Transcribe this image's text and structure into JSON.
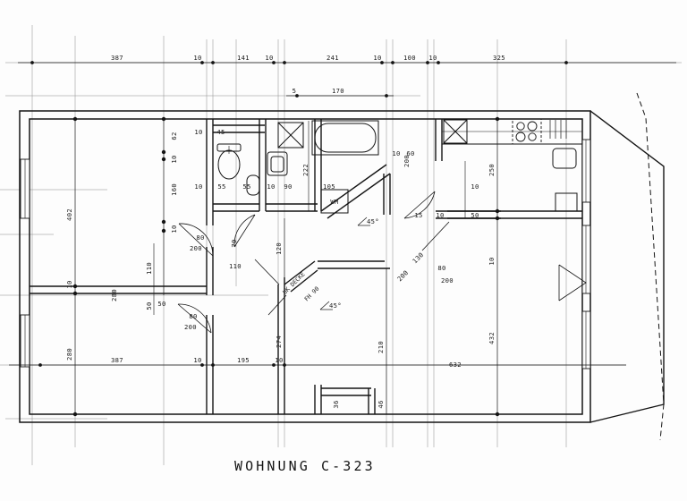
{
  "drawing": {
    "title": "WOHNUNG C-323",
    "kind": "architectural-floor-plan",
    "units": "cm",
    "line_color": "#141414",
    "paper_color": "#fdfdfd",
    "grid_color": "#7a7a7a"
  },
  "dimensions": {
    "top_chain": [
      {
        "value": "387"
      },
      {
        "value": "10"
      },
      {
        "value": "141"
      },
      {
        "value": "10"
      },
      {
        "value": "241"
      },
      {
        "value": "10"
      },
      {
        "value": "100"
      },
      {
        "value": "10"
      },
      {
        "value": "325"
      }
    ],
    "top_secondary": [
      {
        "value": "5"
      },
      {
        "value": "170"
      }
    ],
    "bottom_chain": [
      {
        "value": "280"
      },
      {
        "value": "387"
      },
      {
        "value": "10"
      },
      {
        "value": "195"
      },
      {
        "value": "10"
      }
    ],
    "left_vertical": [
      {
        "value": "402"
      },
      {
        "value": "10"
      },
      {
        "value": "280"
      }
    ],
    "right_vertical": [
      {
        "value": "250"
      },
      {
        "value": "10"
      },
      {
        "value": "432"
      }
    ],
    "interior": [
      {
        "value": "62"
      },
      {
        "value": "10"
      },
      {
        "value": "160"
      },
      {
        "value": "10"
      },
      {
        "value": "45"
      },
      {
        "value": "55"
      },
      {
        "value": "55"
      },
      {
        "value": "90"
      },
      {
        "value": "105"
      },
      {
        "value": "222"
      },
      {
        "value": "110"
      },
      {
        "value": "50"
      },
      {
        "value": "70"
      },
      {
        "value": "120"
      },
      {
        "value": "274"
      },
      {
        "value": "210"
      },
      {
        "value": "632"
      },
      {
        "value": "36"
      },
      {
        "value": "46"
      },
      {
        "value": "60"
      },
      {
        "value": "15"
      },
      {
        "value": "130"
      },
      {
        "value": "200"
      }
    ]
  },
  "annotations": {
    "washing_machine": "WM",
    "ceiling_underside": "UK DECKE",
    "free_height": "FH 90",
    "angle_a": "45°",
    "angle_b": "45°",
    "door_80_200": "80",
    "door_200": "200"
  },
  "fixtures": [
    {
      "name": "bathtub",
      "label": ""
    },
    {
      "name": "shower-tray",
      "label": ""
    },
    {
      "name": "toilet",
      "label": ""
    },
    {
      "name": "washbasin",
      "label": ""
    },
    {
      "name": "bidet",
      "label": ""
    },
    {
      "name": "kitchen-sink",
      "label": ""
    },
    {
      "name": "cooktop-four-burner",
      "label": ""
    },
    {
      "name": "washing-machine",
      "label": "WM"
    }
  ]
}
